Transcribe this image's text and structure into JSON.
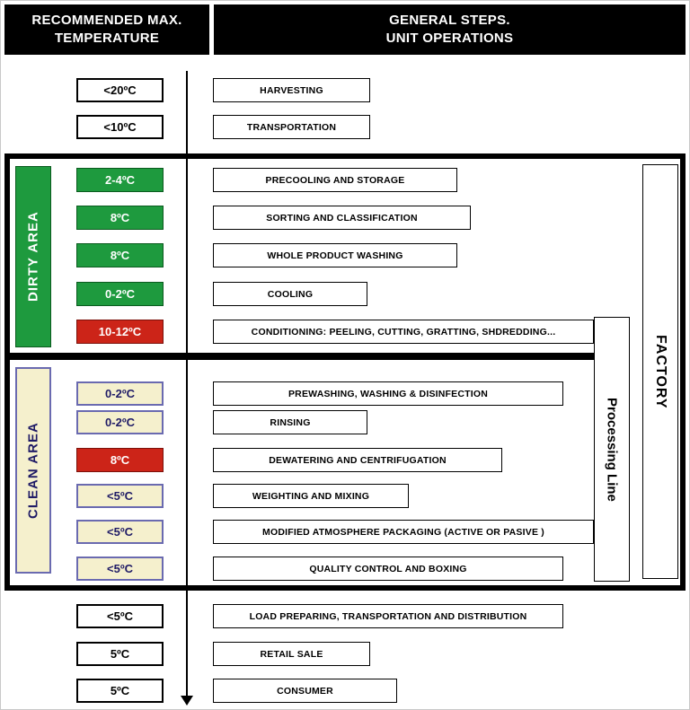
{
  "headers": {
    "temperature": "RECOMMENDED MAX.\nTEMPERATURE",
    "steps": "GENERAL STEPS.\nUNIT OPERATIONS"
  },
  "labels": {
    "dirty_area": "DIRTY AREA",
    "clean_area": "CLEAN AREA",
    "processing_line": "Processing Line",
    "factory": "FACTORY"
  },
  "pre_factory_rows": [
    {
      "temp": "<20ºC",
      "step": "HARVESTING"
    },
    {
      "temp": "<10ºC",
      "step": "TRANSPORTATION"
    }
  ],
  "dirty_rows": [
    {
      "temp": "2-4ºC",
      "color": "green",
      "step": "PRECOOLING AND STORAGE"
    },
    {
      "temp": "8ºC",
      "color": "green",
      "step": "SORTING AND CLASSIFICATION"
    },
    {
      "temp": "8ºC",
      "color": "green",
      "step": "WHOLE PRODUCT WASHING"
    },
    {
      "temp": "0-2ºC",
      "color": "green",
      "step": "COOLING"
    },
    {
      "temp": "10-12ºC",
      "color": "red",
      "step": "CONDITIONING: PEELING, CUTTING, GRATTING, SHDREDDING..."
    }
  ],
  "clean_rows": [
    {
      "temp": "0-2ºC",
      "color": "cream",
      "step": "PREWASHING, WASHING & DISINFECTION"
    },
    {
      "temp": "0-2ºC",
      "color": "cream",
      "step": "RINSING"
    },
    {
      "temp": "8ºC",
      "color": "red",
      "step": "DEWATERING AND CENTRIFUGATION"
    },
    {
      "temp": "<5ºC",
      "color": "cream",
      "step": "WEIGHTING AND MIXING"
    },
    {
      "temp": "<5ºC",
      "color": "cream",
      "step": "MODIFIED ATMOSPHERE PACKAGING (ACTIVE OR PASIVE )"
    },
    {
      "temp": "<5ºC",
      "color": "cream",
      "step": "QUALITY CONTROL AND BOXING"
    }
  ],
  "post_factory_rows": [
    {
      "temp": "<5ºC",
      "step": "LOAD PREPARING, TRANSPORTATION AND DISTRIBUTION"
    },
    {
      "temp": "5ºC",
      "step": "RETAIL SALE"
    },
    {
      "temp": "5ºC",
      "step": "CONSUMER"
    }
  ],
  "colors": {
    "green": "#1e9a3e",
    "red": "#cc2418",
    "cream": "#f5f0cd",
    "cream_border": "#6a6ab0",
    "cream_text": "#1f1b66",
    "black": "#000000",
    "white": "#ffffff"
  }
}
